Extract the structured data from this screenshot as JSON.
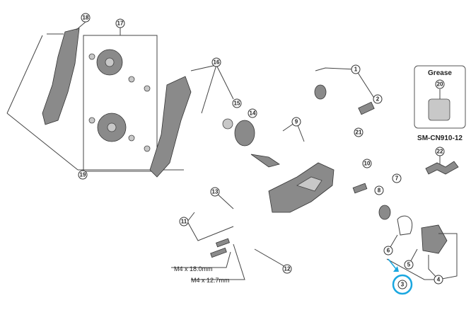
{
  "callouts": {
    "c1": "1",
    "c2": "2",
    "c3": "3",
    "c4": "4",
    "c5": "5",
    "c6": "6",
    "c7": "7",
    "c8": "8",
    "c9": "9",
    "c10": "10",
    "c11": "11",
    "c12": "12",
    "c13": "13",
    "c14": "14",
    "c15": "15",
    "c16": "16",
    "c17": "17",
    "c18": "18",
    "c19": "19",
    "c20": "20",
    "c21": "21",
    "c22": "22"
  },
  "grease_box": {
    "title": "Grease"
  },
  "chain_label": "SM-CN910-12",
  "bolt_labels": {
    "long": "M4 x 18.0mm",
    "short": "M4 x 12.7mm"
  },
  "colors": {
    "highlight": "#1aa7e0",
    "line": "#444444",
    "part": "#8a8a8a"
  }
}
